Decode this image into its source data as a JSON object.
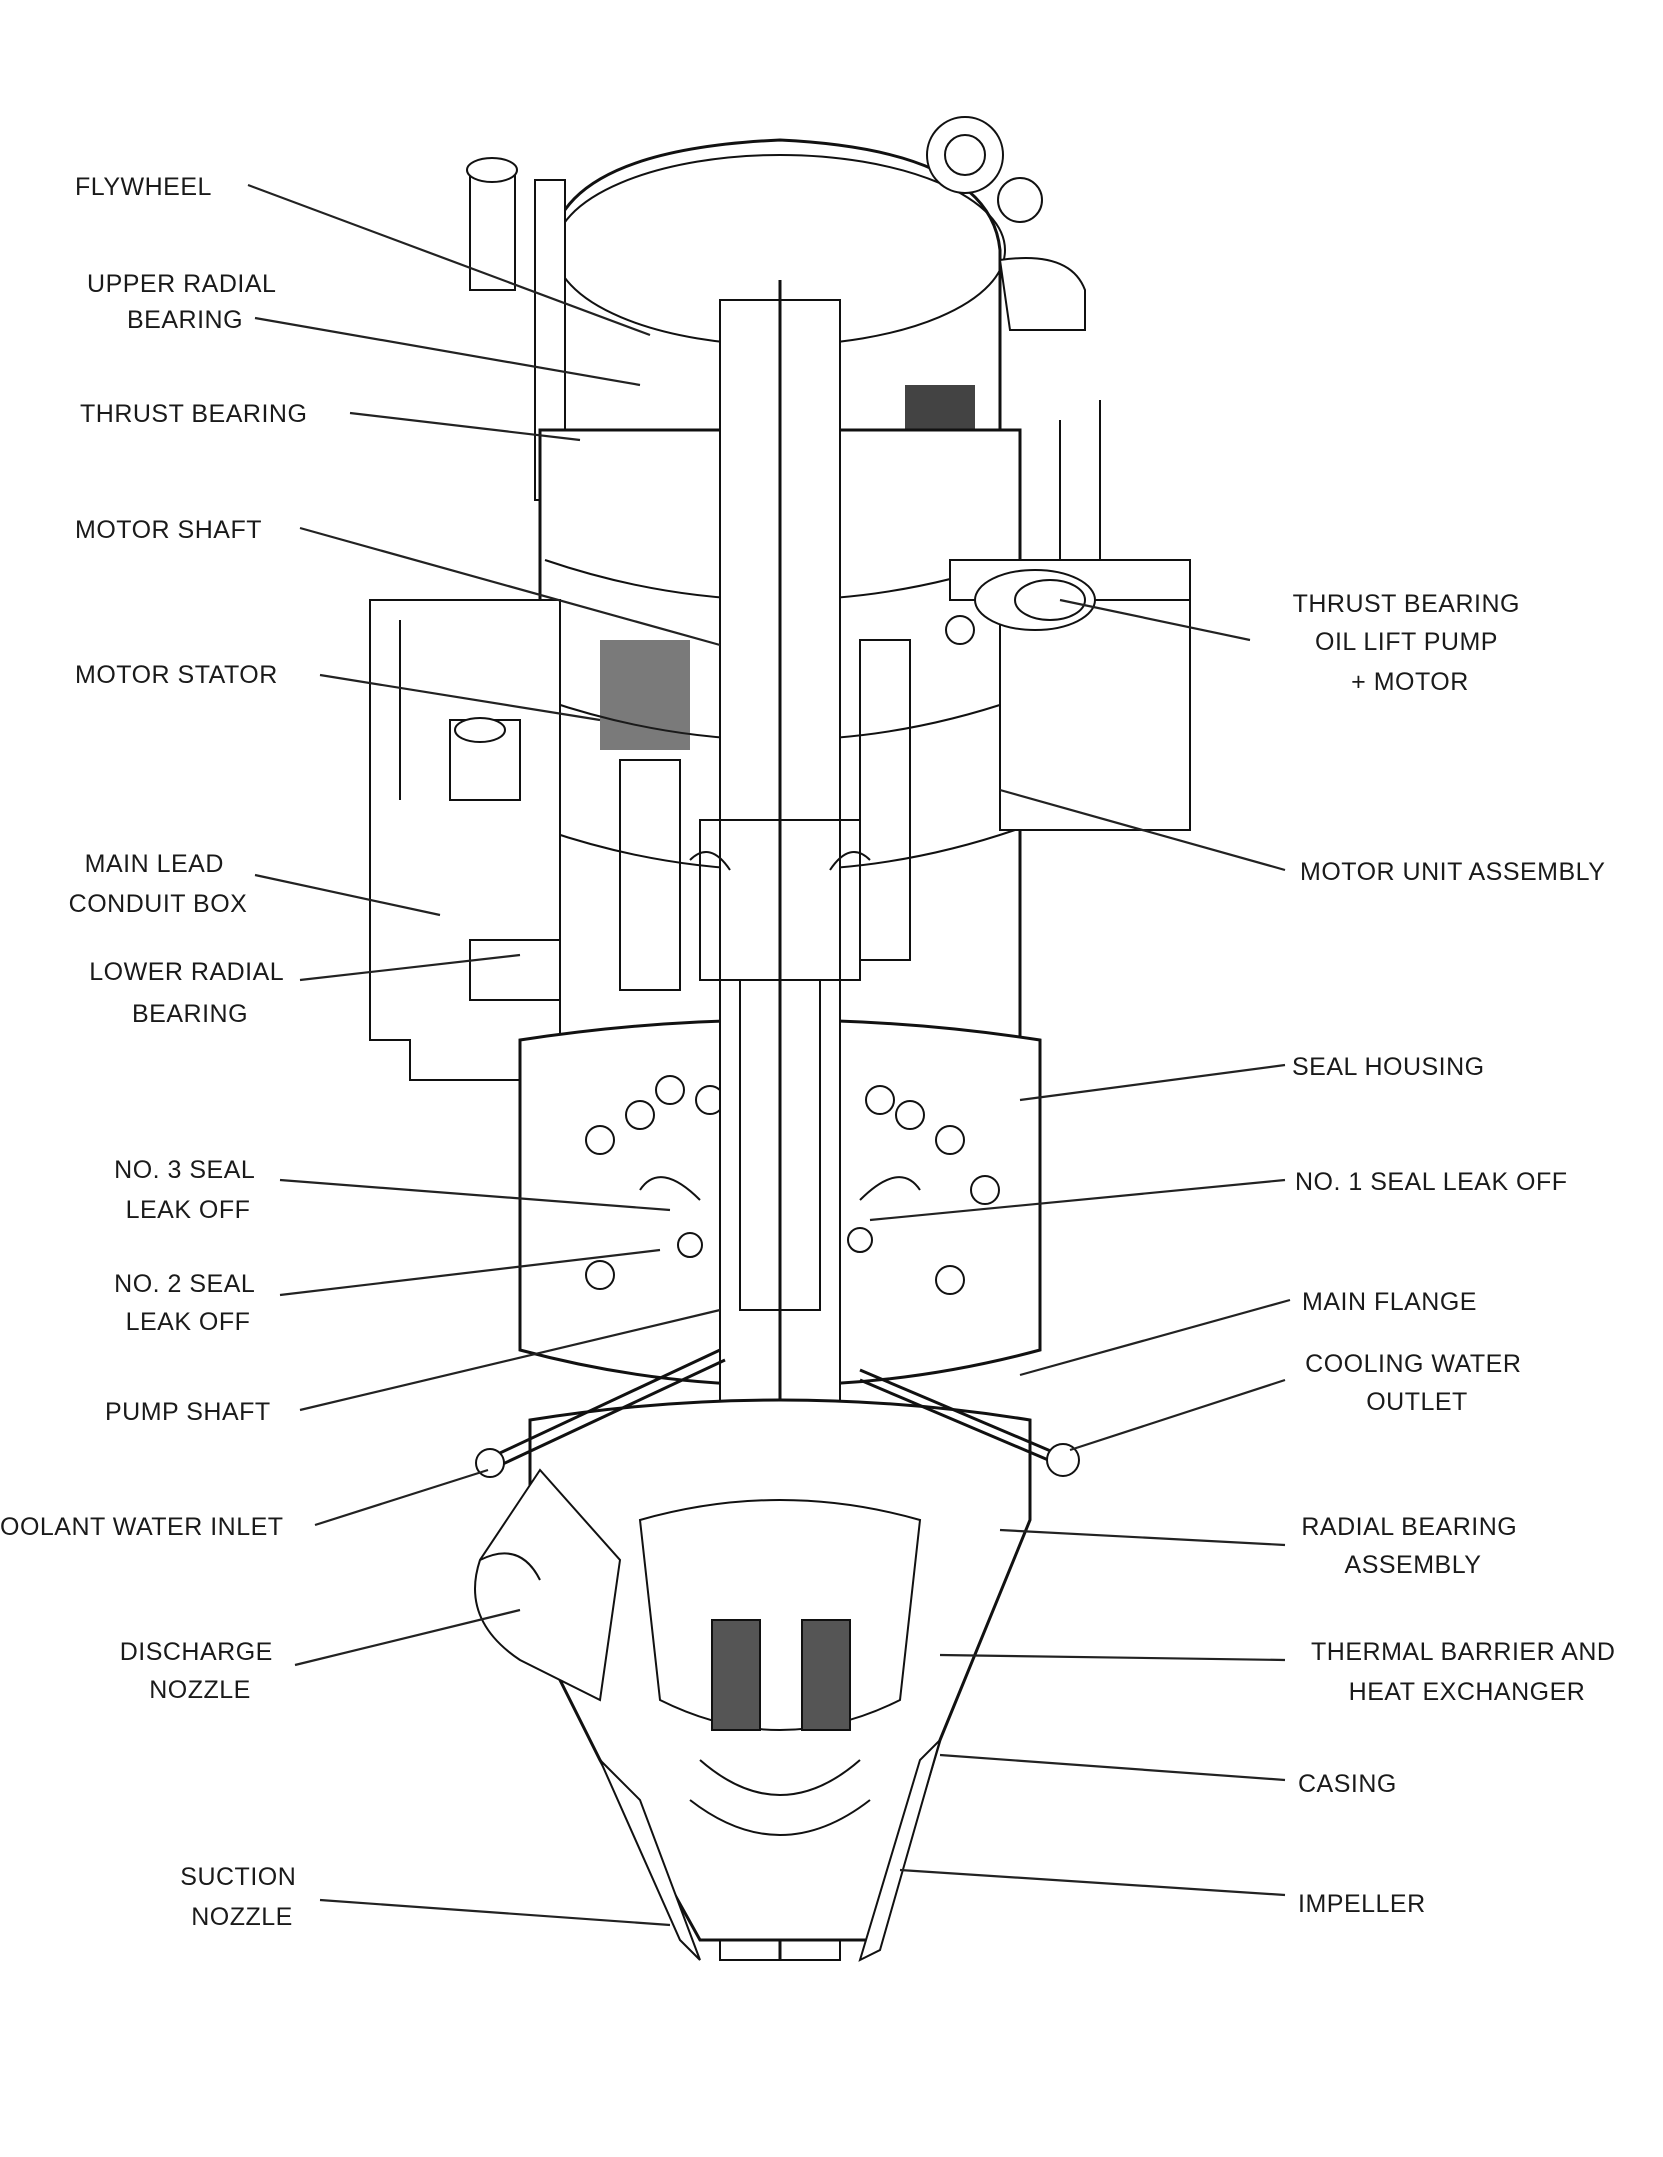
{
  "labels": {
    "flywheel": "FLYWHEEL",
    "upper_radial_bearing": [
      "UPPER RADIAL",
      "BEARING"
    ],
    "thrust_bearing": "THRUST BEARING",
    "motor_shaft": "MOTOR SHAFT",
    "motor_stator": "MOTOR STATOR",
    "main_lead_conduit_box": [
      "MAIN LEAD",
      "CONDUIT BOX"
    ],
    "lower_radial_bearing": [
      "LOWER RADIAL",
      "BEARING"
    ],
    "no3_seal_leak_off": [
      "NO. 3 SEAL",
      "LEAK OFF"
    ],
    "no2_seal_leak_off": [
      "NO. 2 SEAL",
      "LEAK OFF"
    ],
    "pump_shaft": "PUMP SHAFT",
    "coolant_water_inlet": "OOLANT WATER INLET",
    "discharge_nozzle": [
      "DISCHARGE",
      "NOZZLE"
    ],
    "suction_nozzle": [
      "SUCTION",
      "NOZZLE"
    ],
    "thrust_bearing_oil_lift_pump": [
      "THRUST BEARING",
      "OIL LIFT PUMP",
      "+ MOTOR"
    ],
    "motor_unit_assembly": "MOTOR UNIT ASSEMBLY",
    "seal_housing": "SEAL HOUSING",
    "no1_seal_leak_off": "NO. 1 SEAL LEAK OFF",
    "main_flange": "MAIN FLANGE",
    "cooling_water_outlet": [
      "COOLING WATER",
      "OUTLET"
    ],
    "radial_bearing_assembly": [
      "RADIAL BEARING",
      "ASSEMBLY"
    ],
    "thermal_barrier": [
      "THERMAL BARRIER AND",
      "HEAT EXCHANGER"
    ],
    "casing": "CASING",
    "impeller": "IMPELLER"
  }
}
